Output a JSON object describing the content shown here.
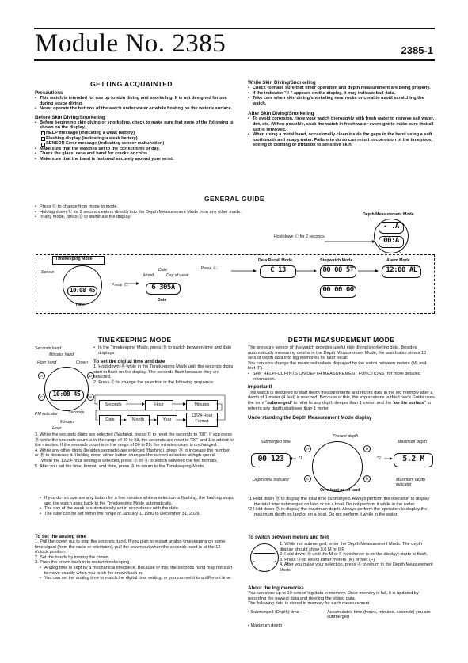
{
  "header": {
    "title": "Module No. 2385",
    "code": "2385-1"
  },
  "getting_acquainted": {
    "heading": "GETTING ACQUAINTED",
    "precautions": {
      "title": "Precautions",
      "items": [
        "This watch is intended for use up to skin diving and snorkeling. It is not designed for use during scuba diving.",
        "Never operate the buttons of the watch under water or while floating on the water's surface."
      ]
    },
    "before": {
      "title": "Before Skin Diving/Snorkeling",
      "item1": "Before beginning skin diving or snorkeling, check to make sure that none of the following is shown on the display.",
      "indicators": [
        "HELP message (indicating a weak battery)",
        "Flashing display (indicating a weak battery)",
        "SENSOR Error message (indicating sensor malfunction)"
      ],
      "items": [
        "Make sure that the watch is set to the correct time of day.",
        "Check the glass, case and band for cracks or chips.",
        "Make sure that the band is fastened securely around your wrist."
      ]
    },
    "while": {
      "title": "While Skin Diving/Snorkeling",
      "items": [
        "Check to make sure that timer operation and depth measurement are being properly.",
        "If the indicator \" ! \" appears on the display, it may indicate bad data.",
        "Take care when skin diving/snorkeling near rocks or coral to avoid scratching the watch."
      ]
    },
    "after": {
      "title": "After Skin Diving/Snorkeling",
      "items": [
        "To avoid corrosion, rinse your watch thoroughly with fresh water to remove salt water, dirt, etc. (When possible, soak the watch in fresh water overnight to make sure that all salt is removed.)",
        "When using a metal band, occasionally clean inside the gaps in the band using a soft toothbrush and soapy water. Failure to do so can result in corrosion of the timepiece, soiling of clothing or irritation to sensitive skin."
      ]
    }
  },
  "general_guide": {
    "heading": "GENERAL GUIDE",
    "items": [
      "Press Ⓒ to change from mode to mode.",
      "Holding down Ⓒ for 2 seconds enters directly into the Depth Measurement Mode from any other mode.",
      "In any mode, press Ⓛ to illuminate the display."
    ],
    "depth_label": "Depth Measurement Mode",
    "hold_label": "Hold down Ⓒ for 2 seconds.",
    "timekeeping_label": "Timekeeping Mode",
    "sensor": "Sensor",
    "date_small": "Date",
    "month": "Month",
    "dow": "Day of week",
    "press_c": "Press Ⓒ.",
    "press_c2": "Press Ⓒ.",
    "time": "Time",
    "date": "Date",
    "data_recall": "Data Recall Mode",
    "stopwatch": "Stopwatch Mode",
    "alarm": "Alarm Mode",
    "lcd_time": "10:08 45",
    "lcd_date": "6 305A",
    "lcd_recall": "C 13",
    "lcd_stopwatch": "00 00 5T",
    "lcd_stopwatch2": "00 00 00",
    "lcd_alarm": "12:00 AL",
    "lcd_depth1": "- .A",
    "lcd_depth2": "00:A"
  },
  "timekeeping": {
    "heading": "TIMEKEEPING MODE",
    "labels": {
      "seconds_hand": "Seconds hand",
      "minutes_hand": "Minutes hand",
      "hour_hand": "Hour hand",
      "crown": "Crown",
      "pm": "PM indicator",
      "seconds": "Seconds",
      "minutes": "Minutes",
      "hour": "Hour"
    },
    "lcd": "10:08 45",
    "intro": "In the Timekeeping Mode, press Ⓓ to switch between time and date displays.",
    "set_title": "To set the digital time and date",
    "steps": [
      "1. Hold down Ⓐ while in the Timekeeping Mode until the seconds digits start to flash on the display. The seconds flash because they are selected.",
      "2. Press Ⓒ to change the selection in the following sequence."
    ],
    "flow": [
      "Seconds",
      "Hour",
      "Minutes",
      "Date",
      "Month",
      "Year",
      "12/24-Hour Format"
    ],
    "steps2": [
      "3. While the seconds digits are selected (flashing), press Ⓓ to reset the seconds to \"00\". If you press Ⓓ while the seconds count is in the range of 30 to 59, the seconds are reset to \"00\" and 1 is added to the minutes. If the seconds count is in the range of 00 to 29, the minutes count is unchanged.",
      "4. While any other digits (besides seconds) are selected (flashing), press Ⓓ to increase the number or Ⓑ to decrease it. Holding down either button changes the current selection at high speed.",
      "While the 12/24-hour setting is selected, press Ⓓ or Ⓑ to switch between the two formats.",
      "5. After you set the time, format, and date, press Ⓐ to return to the Timekeeping Mode."
    ],
    "notes": [
      "If you do not operate any button for a few minutes while a selection is flashing, the flashing stops and the watch goes back to the Timekeeping Mode automatically.",
      "The day of the week is automatically set in accordance with the date.",
      "The date can be set within the range of January 1, 1990 to December 31, 2029."
    ],
    "analog_title": "To set the analog time",
    "analog_steps": [
      "1. Pull the crown out to stop the seconds hand. If you plan to restart analog timekeeping on some time signal (from the radio or television), pull the crown out when the seconds hand is at the 12 o'clock position.",
      "2. Set the hands by turning the crown.",
      "3. Push the crown back in to restart timekeeping."
    ],
    "analog_notes": [
      "Analog time is kept by a mechanical timepiece. Because of this, the seconds hand may not start to move exactly when you push the crown back in.",
      "You can set the analog time to match the digital time setting, or you can set it to a different time."
    ]
  },
  "depth": {
    "heading": "DEPTH MEASUREMENT MODE",
    "intro": "The pressure sensor of this watch provides useful skin diving/snorkeling data. Besides automatically measuring depths in the Depth Measurement Mode, the watch also stores 10 sets of depth data into log memories for later recall.",
    "intro2": "You can also change the measured values displayed by the watch between meters (M) and feet (F).",
    "see": "See \"HELPFUL HINTS ON DEPTH MEASUREMENT FUNCTIONS\" for more detailed information.",
    "important_title": "Important!",
    "important_a": "This watch is designed to start depth measurements and record data in the log memory after a depth of 1 meter (4 feet) is reached. Because of this, the explanations in this User's Guide uses the term \"",
    "important_b": "submerged",
    "important_c": "\" to refer to any depth deeper than 1 meter, and the \"",
    "important_d": "on the surface",
    "important_e": "\" to refer to any depth shallower than 1 meter.",
    "understanding_title": "Understanding the Depth Measurement Mode display",
    "labels": {
      "present_depth": "Present depth",
      "submerged_time": "Submerged time",
      "maximum_depth": "Maximum depth",
      "depth_time_indicator": "Depth time indicator",
      "max_depth_indicator": "Maximum depth indicator",
      "on_boat": "On a boat or on land",
      "note1": "*1",
      "note2": "*2"
    },
    "lcd_left": "00 123",
    "lcd_right": "5.2 M",
    "footnotes": [
      "*1 Hold down Ⓑ to display the total time submerged. Always perform the operation to display the total time submerged on land or on a boat. Do not perform it while in the water.",
      "*2 Hold down Ⓓ to display the maximum depth. Always perform the operation to display the maximum depth on land or on a boat. Do not perform it while in the water."
    ],
    "switch_title": "To switch between meters and feet",
    "switch_steps": [
      "1. While not submerged, enter the Depth Measurement Mode. The depth display should show 0.0 M or 0 F.",
      "2. Hold down Ⓐ until the M or F (whichever is on the display) starts to flash.",
      "3. Press Ⓓ to select either meters (M) or feet (F).",
      "4. After you make your selection, press Ⓐ to return to the Depth Measurement Mode."
    ],
    "log_title": "About the log memories",
    "log_text": "You can store up to 10 sets of log data in memory. Once memory is full, it is updated by recording the newest data and deleting the oldest data.",
    "log_text2": "The following data is stored in memory for each measurement.",
    "log_items": [
      {
        "name": "Submerged (Depth) time",
        "desc": "Accumulated time (hours, minutes, seconds) you are submerged"
      },
      {
        "name": "Maximum depth",
        "desc": ""
      }
    ]
  }
}
